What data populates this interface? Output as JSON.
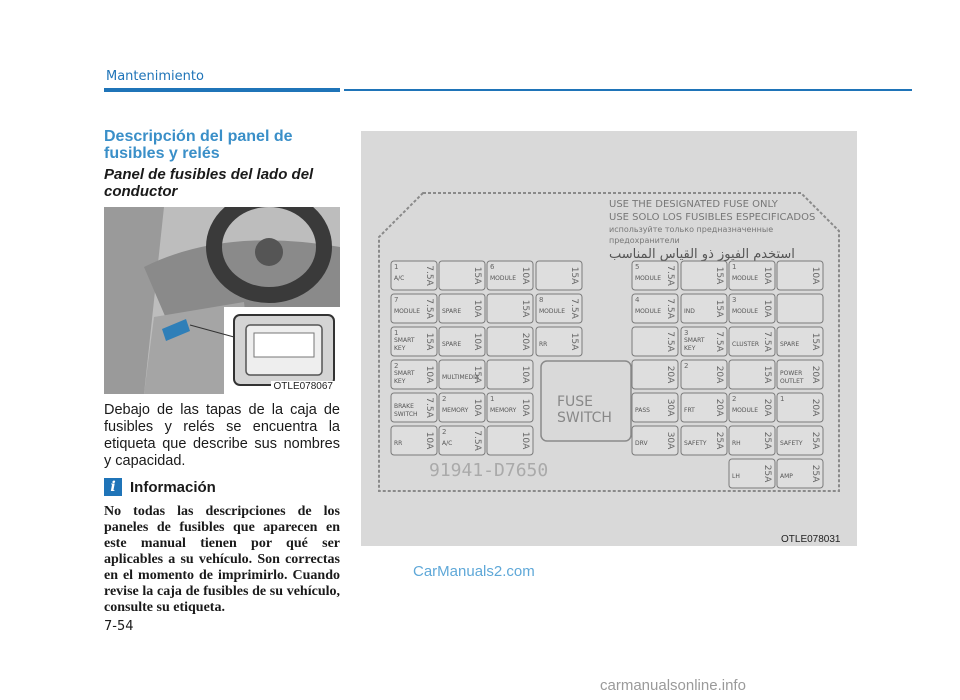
{
  "header": {
    "section": "Mantenimiento"
  },
  "left": {
    "title": "Descripción del panel de fusibles y relés",
    "subtitle": "Panel de fusibles del lado del conductor",
    "photo_caption": "OTLE078067",
    "body": "Debajo de las tapas de la caja de fusibles y relés se encuentra la etiqueta que describe sus nombres y capacidad.",
    "info_icon": "i",
    "info_title": "Información",
    "info_text": "No todas las descripciones de los paneles de fusibles que aparecen en este manual tienen por qué ser aplicables a su vehículo. Son correctas en el momento de imprimirlo. Cuando revise la caja de fusibles de su vehículo, consulte su etiqueta."
  },
  "diagram": {
    "caption": "OTLE078031",
    "lines": [
      "USE THE DESIGNATED FUSE ONLY",
      "USE SOLO LOS FUSIBLES ESPECIFICADOS",
      "используйте только предназначенные",
      "предохранители",
      "استخدم الفيوز ذو القياس المناسب"
    ],
    "part_number": "91941-D7650",
    "fuse_switch": [
      "FUSE",
      "SWITCH"
    ],
    "cols": [
      [
        {
          "n": "1",
          "label": "A/C",
          "amp": "7.5A"
        },
        {
          "n": "7",
          "label": "MODULE",
          "amp": "7.5A"
        },
        {
          "n": "1",
          "label": "SMART KEY",
          "amp": "15A"
        },
        {
          "n": "2",
          "label": "SMART KEY",
          "amp": "10A"
        },
        {
          "n": "",
          "label": "BRAKE SWITCH",
          "amp": "7.5A"
        },
        {
          "n": "",
          "label": "RR",
          "amp": "10A"
        }
      ],
      [
        {
          "n": "",
          "label": "",
          "amp": "15A"
        },
        {
          "n": "",
          "label": "SPARE",
          "amp": "10A"
        },
        {
          "n": "",
          "label": "SPARE",
          "amp": "10A"
        },
        {
          "n": "",
          "label": "MULTIMEDIA",
          "amp": "15A"
        },
        {
          "n": "2",
          "label": "MEMORY",
          "amp": "10A"
        },
        {
          "n": "2",
          "label": "A/C",
          "amp": "7.5A"
        }
      ],
      [
        {
          "n": "6",
          "label": "MODULE",
          "amp": "10A"
        },
        {
          "n": "",
          "label": "",
          "amp": "15A"
        },
        {
          "n": "",
          "label": "",
          "amp": "20A"
        },
        {
          "n": "",
          "label": "",
          "amp": "10A"
        },
        {
          "n": "1",
          "label": "MEMORY",
          "amp": "10A"
        },
        {
          "n": "",
          "label": "",
          "amp": "10A"
        }
      ],
      [
        {
          "n": "",
          "label": "",
          "amp": "15A"
        },
        {
          "n": "8",
          "label": "MODULE",
          "amp": "7.5A"
        },
        {
          "n": "",
          "label": "RR",
          "amp": "15A"
        }
      ],
      [
        {
          "n": "5",
          "label": "MODULE",
          "amp": "7.5A"
        },
        {
          "n": "4",
          "label": "MODULE",
          "amp": "7.5A"
        },
        {
          "n": "",
          "label": "",
          "amp": "7.5A"
        },
        {
          "n": "",
          "label": "",
          "amp": "20A"
        },
        {
          "n": "",
          "label": "PASS",
          "amp": "30A"
        },
        {
          "n": "",
          "label": "DRV",
          "amp": "30A"
        }
      ],
      [
        {
          "n": "",
          "label": "",
          "amp": "15A"
        },
        {
          "n": "",
          "label": "IND",
          "amp": "15A"
        },
        {
          "n": "3",
          "label": "SMART KEY",
          "amp": "7.5A"
        },
        {
          "n": "2",
          "label": "",
          "amp": "20A"
        },
        {
          "n": "",
          "label": "FRT",
          "amp": "20A"
        },
        {
          "n": "",
          "label": "SAFETY",
          "amp": "25A"
        }
      ],
      [
        {
          "n": "1",
          "label": "MODULE",
          "amp": "10A"
        },
        {
          "n": "3",
          "label": "MODULE",
          "amp": "10A"
        },
        {
          "n": "",
          "label": "CLUSTER",
          "amp": "7.5A"
        },
        {
          "n": "",
          "label": "",
          "amp": "15A"
        },
        {
          "n": "2",
          "label": "MODULE",
          "amp": "20A"
        },
        {
          "n": "",
          "label": "RH",
          "amp": "25A"
        },
        {
          "n": "",
          "label": "LH",
          "amp": "25A"
        }
      ],
      [
        {
          "n": "",
          "label": "",
          "amp": "10A"
        },
        {
          "n": "",
          "label": "",
          "amp": ""
        },
        {
          "n": "",
          "label": "SPARE",
          "amp": "15A"
        },
        {
          "n": "",
          "label": "POWER OUTLET",
          "amp": "20A"
        },
        {
          "n": "1",
          "label": "",
          "amp": "20A"
        },
        {
          "n": "",
          "label": "SAFETY",
          "amp": "25A"
        },
        {
          "n": "",
          "label": "AMP",
          "amp": "25A"
        }
      ]
    ]
  },
  "watermarks": {
    "site1": "CarManuals2.com",
    "site2": "carmanualsonline.info"
  },
  "footer": {
    "page": "7-54"
  }
}
